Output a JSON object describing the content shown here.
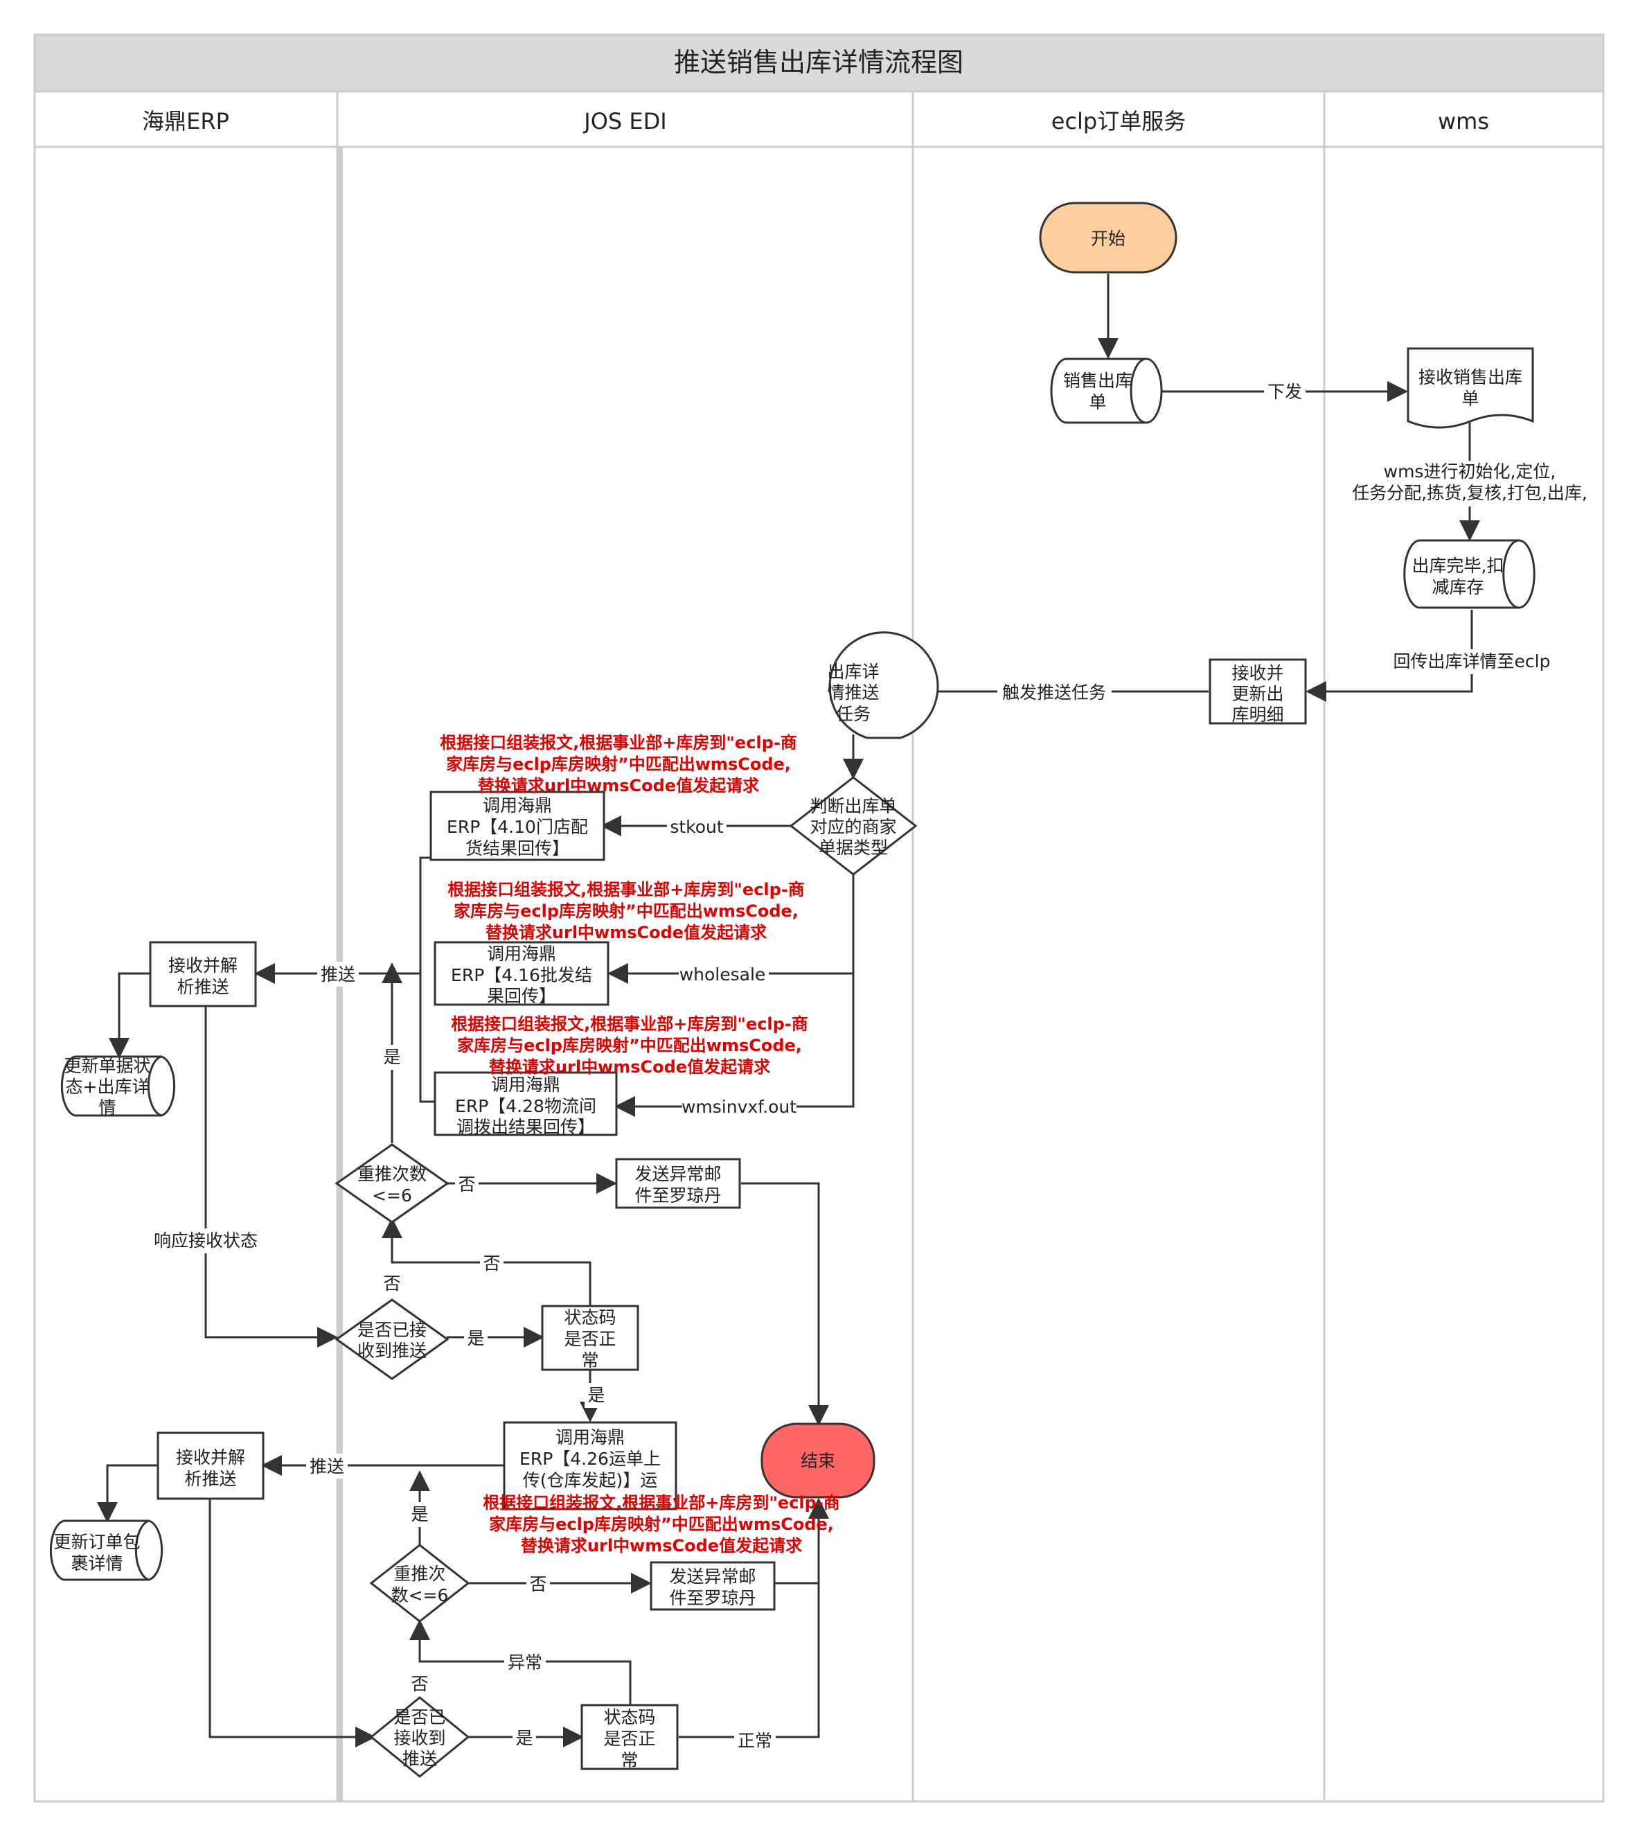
{
  "title": "推送销售出库详情流程图",
  "lanes": [
    {
      "id": "erp",
      "label": "海鼎ERP"
    },
    {
      "id": "jos",
      "label": "JOS EDI"
    },
    {
      "id": "eclp",
      "label": "eclp订单服务"
    },
    {
      "id": "wms",
      "label": "wms"
    }
  ],
  "nodes": {
    "start": {
      "lines": [
        "开始"
      ]
    },
    "sales_order": {
      "lines": [
        "销售出库",
        "单"
      ]
    },
    "receive_order": {
      "lines": [
        "接收销售出库",
        "单"
      ]
    },
    "outbound_done": {
      "lines": [
        "出库完毕,扣",
        "减库存"
      ]
    },
    "receive_update": {
      "lines": [
        "接收并",
        "更新出",
        "库明细"
      ]
    },
    "push_task": {
      "lines": [
        "出库详",
        "情推送",
        "任务"
      ]
    },
    "judge_type": {
      "lines": [
        "判断出库单",
        "对应的商家",
        "单据类型"
      ]
    },
    "call_410": {
      "lines": [
        "调用海鼎",
        "ERP【4.10门店配",
        "货结果回传】"
      ]
    },
    "call_416": {
      "lines": [
        "调用海鼎",
        "ERP【4.16批发结",
        "果回传】"
      ]
    },
    "call_428": {
      "lines": [
        "调用海鼎",
        "ERP【4.28物流间",
        "调拨出结果回传】"
      ]
    },
    "erp_receive_1": {
      "lines": [
        "接收并解",
        "析推送"
      ]
    },
    "erp_update_1": {
      "lines": [
        "更新单据状",
        "态+出库详",
        "情"
      ]
    },
    "retry_1": {
      "lines": [
        "重推次数",
        "<=6"
      ]
    },
    "mail_1": {
      "lines": [
        "发送异常邮",
        "件至罗琼丹"
      ]
    },
    "received_1": {
      "lines": [
        "是否已接",
        "收到推送"
      ]
    },
    "status_1": {
      "lines": [
        "状态码",
        "是否正",
        "常"
      ]
    },
    "end": {
      "lines": [
        "结束"
      ]
    },
    "call_426": {
      "lines": [
        "调用海鼎",
        "ERP【4.26运单上",
        "传(仓库发起)】运"
      ]
    },
    "erp_receive_2": {
      "lines": [
        "接收并解",
        "析推送"
      ]
    },
    "erp_update_2": {
      "lines": [
        "更新订单包",
        "裹详情"
      ]
    },
    "retry_2": {
      "lines": [
        "重推次",
        "数<=6"
      ]
    },
    "mail_2": {
      "lines": [
        "发送异常邮",
        "件至罗琼丹"
      ]
    },
    "received_2": {
      "lines": [
        "是否已",
        "接收到",
        "推送"
      ]
    },
    "status_2": {
      "lines": [
        "状态码",
        "是否正",
        "常"
      ]
    }
  },
  "edge_labels": {
    "issue": "下发",
    "wms_process": [
      "wms进行初始化,定位,",
      "任务分配,拣货,复核,打包,出库,"
    ],
    "return_detail": "回传出库详情至eclp",
    "trigger": "触发推送任务",
    "stkout": "stkout",
    "wholesale": "wholesale",
    "wmsinvxf": "wmsinvxf.out",
    "push_1": "推送",
    "yes_retry_1": "是",
    "no_retry_1": "否",
    "response": "响应接收状态",
    "no_status_1": "否",
    "no_received_1": "否",
    "yes_received_1": "是",
    "yes_status_1": "是",
    "push_2": "推送",
    "yes_retry_2": "是",
    "no_retry_2": "否",
    "abnormal": "异常",
    "no_received_2": "否",
    "yes_received_2": "是",
    "normal": "正常"
  },
  "notes": [
    {
      "lines": [
        "根据接口组装报文,根据事业部+库房到\"eclp-商",
        "家库房与eclp库房映射”中匹配出wmsCode,",
        "替换请求url中wmsCode值发起请求"
      ]
    },
    {
      "lines": [
        "根据接口组装报文,根据事业部+库房到\"eclp-商",
        "家库房与eclp库房映射”中匹配出wmsCode,",
        "替换请求url中wmsCode值发起请求"
      ]
    },
    {
      "lines": [
        "根据接口组装报文,根据事业部+库房到\"eclp-商",
        "家库房与eclp库房映射”中匹配出wmsCode,",
        "替换请求url中wmsCode值发起请求"
      ]
    },
    {
      "lines": [
        "根据接口组装报文,根据事业部+库房到\"eclp-商",
        "家库房与eclp库房映射”中匹配出wmsCode,",
        "替换请求url中wmsCode值发起请求"
      ]
    }
  ],
  "colors": {
    "start": "#ffce9f",
    "end": "#ff6666",
    "header": "#d9d9d9",
    "note": "#e00000"
  }
}
